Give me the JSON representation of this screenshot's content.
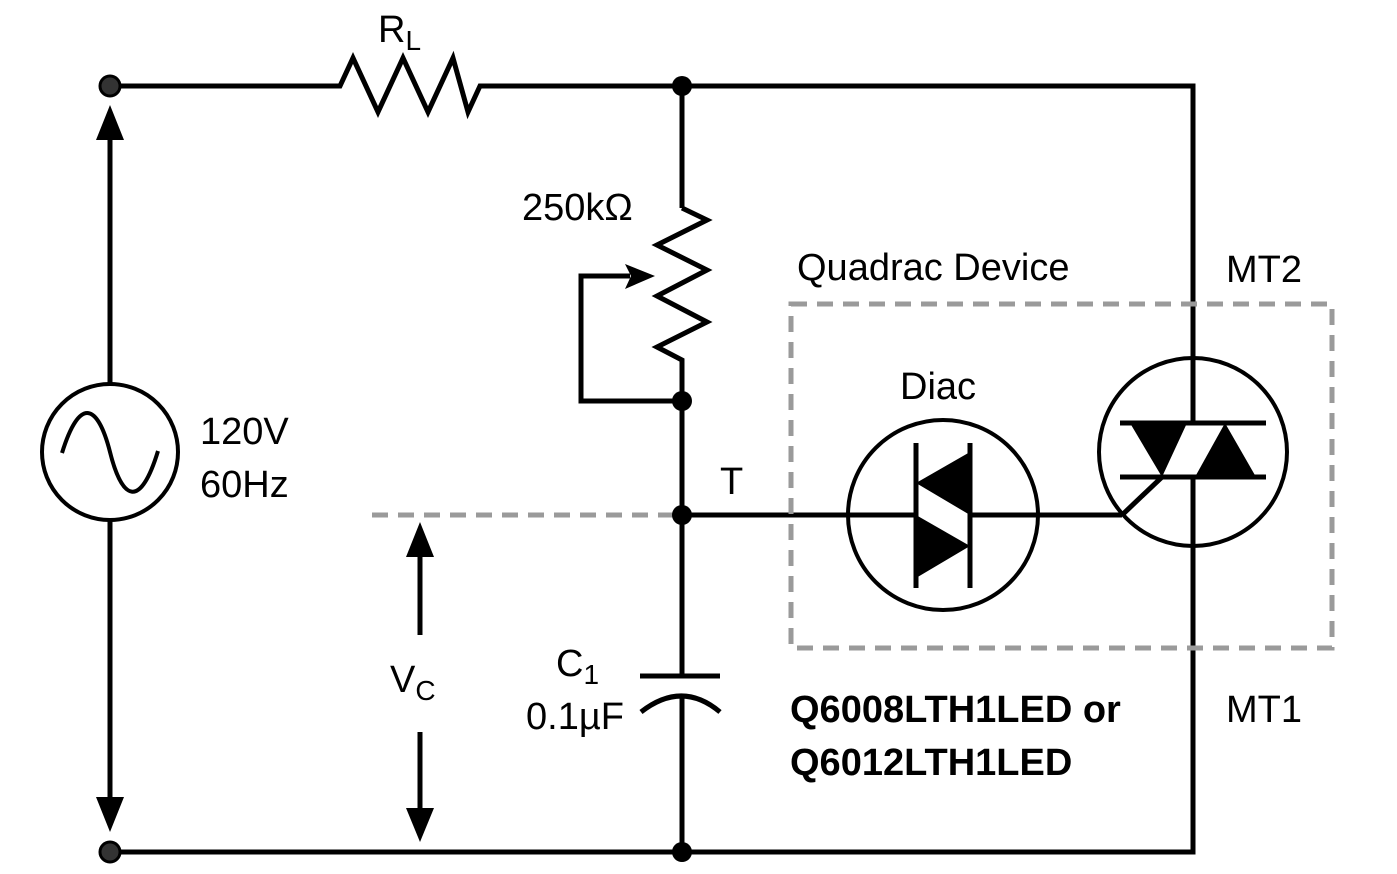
{
  "diagram": {
    "type": "circuit-schematic",
    "source": {
      "voltage_label": "120V",
      "frequency_label": "60Hz",
      "icon": "ac-source-icon"
    },
    "load_resistor": {
      "label_main": "R",
      "label_sub": "L"
    },
    "potentiometer": {
      "label": "250kΩ"
    },
    "capacitor": {
      "label_main": "C",
      "label_sub": "1",
      "value": "0.1µF"
    },
    "capacitor_voltage": {
      "label_main": "V",
      "label_sub": "C"
    },
    "trigger_node": {
      "label": "T"
    },
    "quadrac": {
      "title": "Quadrac Device",
      "diac_label": "Diac",
      "mt2_label": "MT2",
      "mt1_label": "MT1",
      "part_numbers": [
        "Q6008LTH1LED or",
        "Q6012LTH1LED"
      ]
    },
    "colors": {
      "wire": "#000000",
      "boundary_dashed": "#9a9a9a",
      "background": "#ffffff"
    }
  }
}
